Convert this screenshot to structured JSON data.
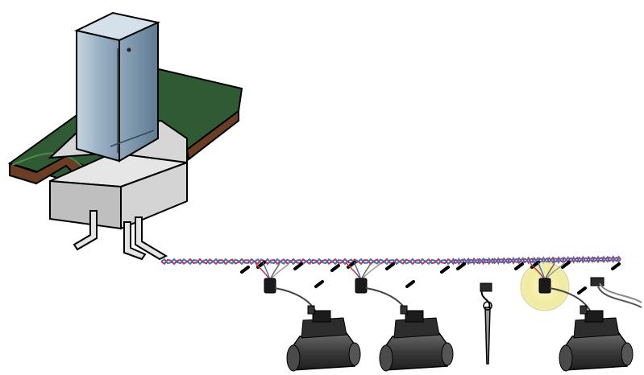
{
  "diagram": {
    "kind": "two-wire irrigation decoder system illustration",
    "components": [
      {
        "id": "controller",
        "icon": "controller-cabinet-icon"
      },
      {
        "id": "concrete-base",
        "icon": "concrete-pad-icon"
      },
      {
        "id": "turf",
        "icon": "turf-cutaway-icon"
      },
      {
        "id": "conduits",
        "icon": "conduit-pipes-icon"
      },
      {
        "id": "two-wire-cable",
        "icon": "twisted-pair-cable-icon"
      },
      {
        "id": "decoder-1",
        "icon": "decoder-icon"
      },
      {
        "id": "decoder-2",
        "icon": "decoder-icon"
      },
      {
        "id": "decoder-3",
        "icon": "decoder-icon",
        "highlighted": true
      },
      {
        "id": "line-surge-device",
        "icon": "surge-module-icon"
      },
      {
        "id": "grounding-rod",
        "icon": "ground-rod-icon"
      },
      {
        "id": "sensor-decoder",
        "icon": "sensor-decoder-icon"
      },
      {
        "id": "valve-1",
        "icon": "solenoid-valve-icon"
      },
      {
        "id": "valve-2",
        "icon": "solenoid-valve-icon"
      },
      {
        "id": "valve-3",
        "icon": "solenoid-valve-icon"
      }
    ],
    "colors": {
      "cabinet": "#9fb6c8",
      "cabinet_dark": "#6f8ba3",
      "turf": "#2f5a33",
      "soil": "#6b3d24",
      "concrete": "#c9c9c9",
      "wire_red": "#c2334d",
      "wire_blue": "#3e72b8",
      "valve": "#3a3a3a",
      "highlight": "#f3eeaa"
    }
  }
}
